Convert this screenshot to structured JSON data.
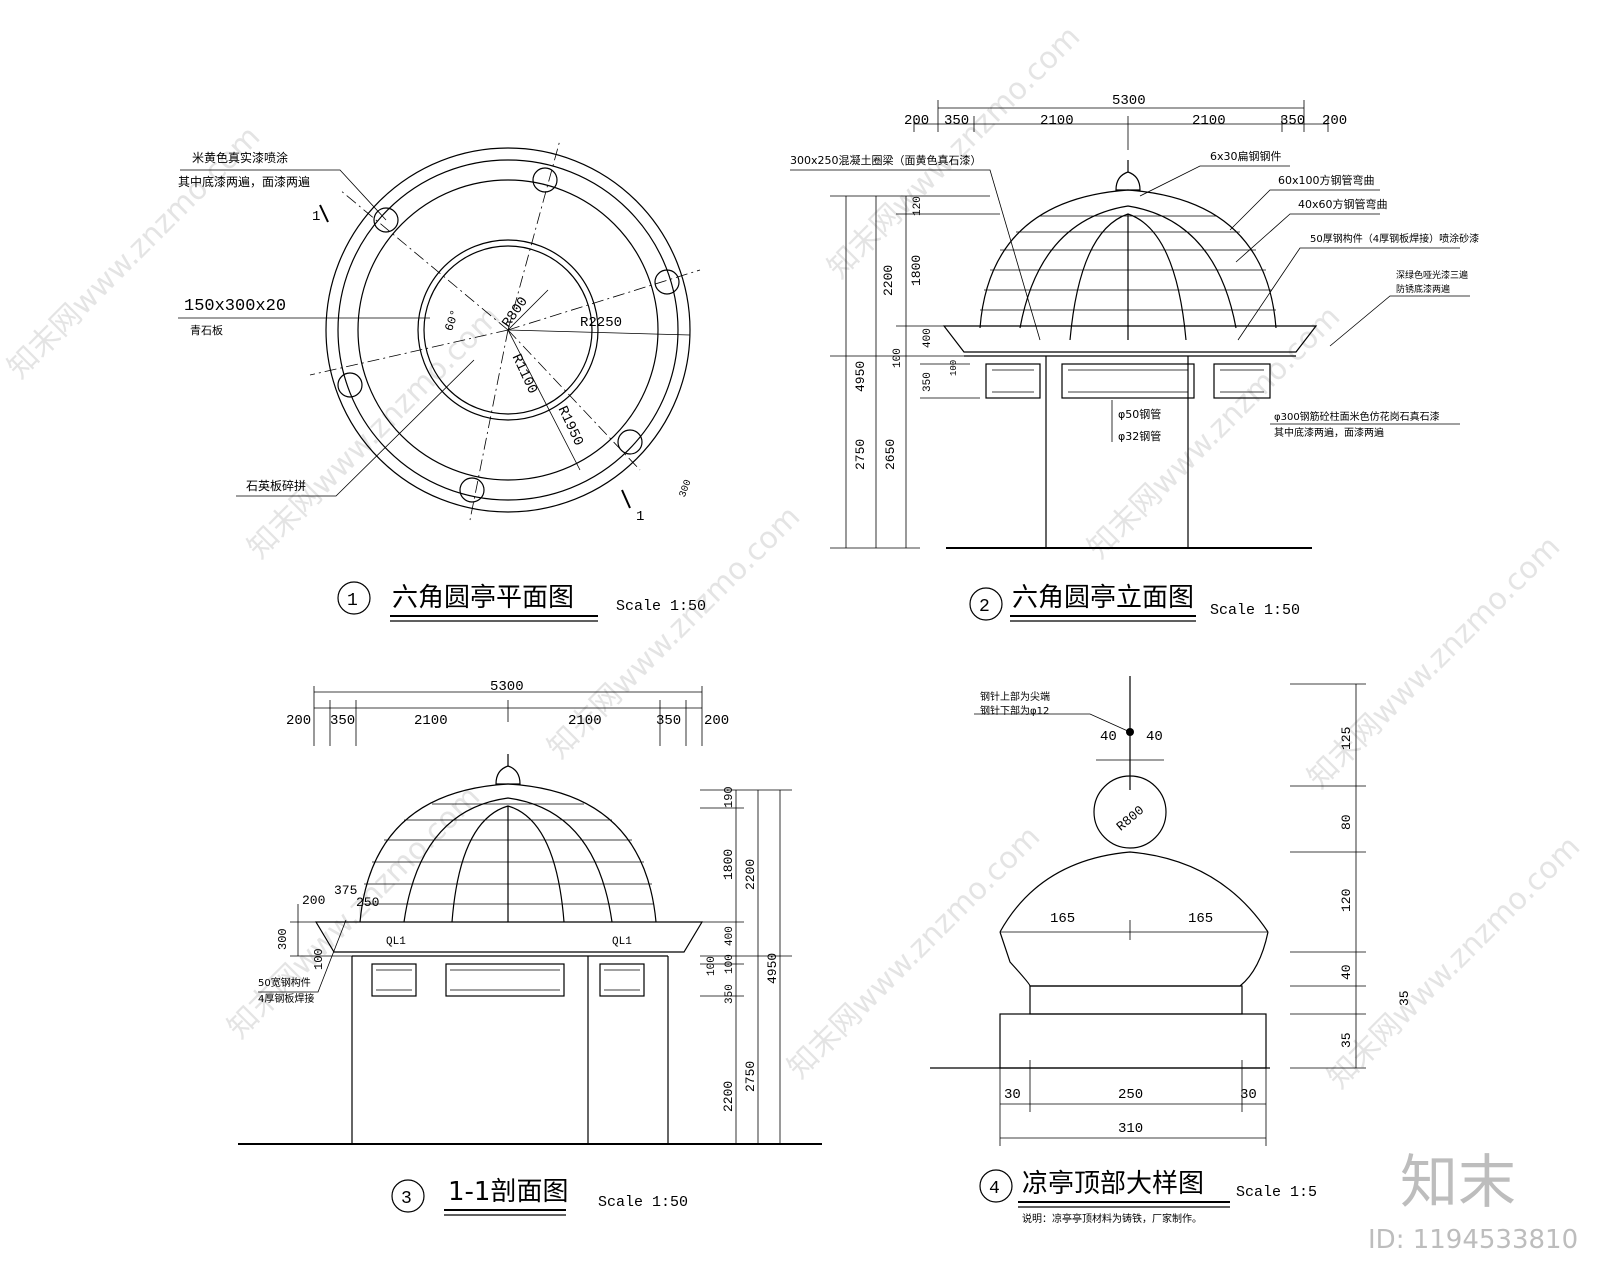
{
  "watermark": {
    "text": "知末网www.znzmo.com",
    "brand": "知末",
    "id_label": "ID: 1194533810"
  },
  "panel1": {
    "title": "六角圆亭平面图",
    "number": "1",
    "scale": "Scale  1:50",
    "notes": {
      "paint_1": "米黄色真实漆喷涂",
      "paint_2": "其中底漆两遍，面漆两遍",
      "slab_size": "150x300x20",
      "slab_mat": "青石板",
      "paving": "石英板碎拼"
    },
    "dims": {
      "r800": "R800",
      "r2250": "R2250",
      "r1100": "R1100",
      "r1950": "R1950",
      "angle": "60°",
      "d300": "300",
      "sec_a": "1",
      "sec_b": "1"
    }
  },
  "panel2": {
    "title": "六角圆亭立面图",
    "number": "2",
    "scale": "Scale  1:50",
    "top_dims": [
      "200",
      "350",
      "2100",
      "2100",
      "350",
      "200"
    ],
    "total": "5300",
    "left_dims": {
      "d4950": "4950",
      "d2200": "2200",
      "d1800": "1800",
      "d120": "120",
      "d400": "400",
      "d100": "100",
      "d100b": "100",
      "d350": "350",
      "d2750": "2750",
      "d2650": "2650"
    },
    "notes": {
      "beam": "300x250混凝土圈梁（面黄色真石漆）",
      "steel_6x30": "6x30扁钢钢件",
      "steel_60x100": "60x100方钢管弯曲",
      "steel_40x60": "40x60方钢管弯曲",
      "member_50": "50厚钢构件（4厚钢板焊接）喷涂砂漆",
      "finish_1": "深绿色哑光漆三遍",
      "finish_2": "防锈底漆两遍",
      "pipe50": "φ50钢管",
      "pipe32": "φ32钢管",
      "column_1": "φ300钢筋砼柱面米色仿花岗石真石漆",
      "column_2": "其中底漆两遍，面漆两遍"
    }
  },
  "panel3": {
    "title": "1-1剖面图",
    "number": "3",
    "scale": "Scale  1:50",
    "top_dims": [
      "200",
      "350",
      "2100",
      "2100",
      "350",
      "200"
    ],
    "total": "5300",
    "right_dims": {
      "d190": "190",
      "d1800": "1800",
      "d2200": "2200",
      "d4950": "4950",
      "d400": "400",
      "d100a": "100",
      "d100b": "100",
      "d350": "350",
      "d2200b": "2200",
      "d2750": "2750"
    },
    "left_dims": {
      "d200": "200",
      "d375": "375",
      "d250": "250",
      "d300": "300",
      "d100": "100"
    },
    "labels": {
      "ql1a": "QL1",
      "ql1b": "QL1",
      "note1": "50宽钢构件",
      "note2": "4厚钢板焊接"
    }
  },
  "panel4": {
    "title": "凉亭顶部大样图",
    "number": "4",
    "scale": "Scale  1:5",
    "remark": "说明：凉亭亭顶材料为铸铁，厂家制作。",
    "notes": {
      "n1": "钢针上部为尖端",
      "n2": "钢针下部为φ12"
    },
    "dims": {
      "d40a": "40",
      "d40b": "40",
      "r800": "R800",
      "d165a": "165",
      "d165b": "165",
      "d30a": "30",
      "d250": "250",
      "d30b": "30",
      "d310": "310",
      "v125": "125",
      "v80": "80",
      "v120": "120",
      "v40": "40",
      "v35": "35",
      "v35b": "35"
    }
  }
}
